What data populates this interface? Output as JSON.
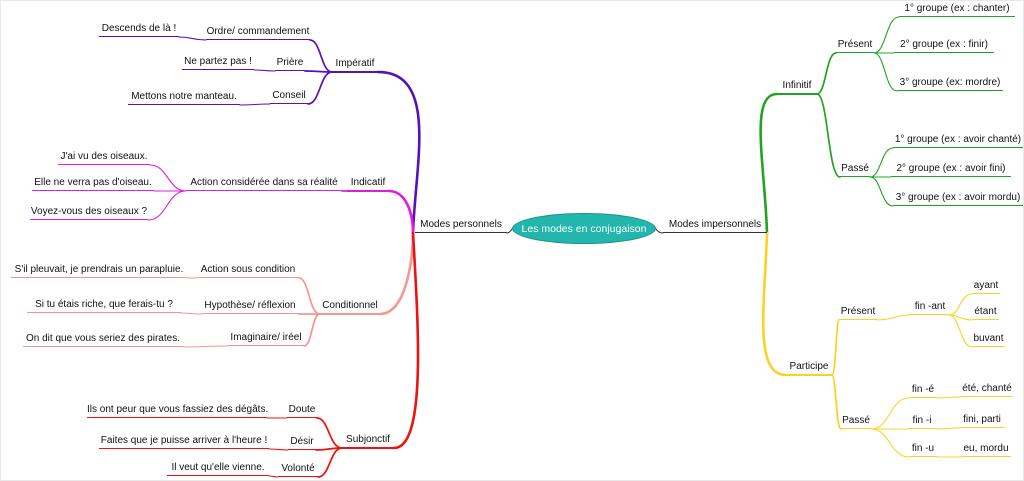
{
  "center": {
    "label": "Les modes en conjugaison"
  },
  "left_root": {
    "label": "Modes personnels"
  },
  "right_root": {
    "label": "Modes impersonnels"
  },
  "imperatif": {
    "label": "Impératif",
    "children": [
      {
        "label": "Ordre/ commandement",
        "quote": "Descends de là !"
      },
      {
        "label": "Prière",
        "quote": "Ne partez pas !"
      },
      {
        "label": "Conseil",
        "quote": "Mettons notre manteau."
      }
    ]
  },
  "indicatif": {
    "label": "Indicatif",
    "child": {
      "label": "Action considérée dans sa réalité"
    },
    "quotes": [
      "J'ai vu des oiseaux.",
      "Elle ne verra pas d'oiseau.",
      "Voyez-vous des oiseaux ?"
    ]
  },
  "conditionnel": {
    "label": "Conditionnel",
    "children": [
      {
        "label": "Action sous condition",
        "quote": "S'il pleuvait, je prendrais un parapluie."
      },
      {
        "label": "Hypothèse/ réflexion",
        "quote": "Si tu étais riche, que ferais-tu ?"
      },
      {
        "label": "Imaginaire/ iréel",
        "quote": "On dit que vous seriez des pirates."
      }
    ]
  },
  "subjonctif": {
    "label": "Subjonctif",
    "children": [
      {
        "label": "Doute",
        "quote": "Ils ont peur que vous fassiez des dégâts."
      },
      {
        "label": "Désir",
        "quote": "Faites que je puisse arriver à l'heure !"
      },
      {
        "label": "Volonté",
        "quote": "Il veut qu'elle vienne."
      }
    ]
  },
  "infinitif": {
    "label": "Infinitif",
    "present": {
      "label": "Présent",
      "groups": [
        "1° groupe (ex : chanter)",
        "2° groupe (ex : finir)",
        "3° groupe (ex: mordre)"
      ]
    },
    "passe": {
      "label": "Passé",
      "groups": [
        "1° groupe (ex : avoir chanté)",
        "2° groupe (ex : avoir fini)",
        "3° groupe (ex : avoir mordu)"
      ]
    }
  },
  "participe": {
    "label": "Participe",
    "present": {
      "label": "Présent",
      "ending": {
        "label": "fin -ant",
        "examples": [
          "ayant",
          "étant",
          "buvant"
        ]
      }
    },
    "passe": {
      "label": "Passé",
      "endings": [
        {
          "label": "fin -é",
          "example": "été, chanté"
        },
        {
          "label": "fin -i",
          "example": "fini, parti"
        },
        {
          "label": "fin -u",
          "example": "eu, mordu"
        }
      ]
    }
  },
  "colors": {
    "imperatif": "#5412b8",
    "indicatif": "#e01ce0",
    "conditionnel": "#f4988f",
    "subjonctif": "#ee1111",
    "infinitif": "#21a421",
    "participe": "#ffd024",
    "center_fill": "#23b6ad",
    "center_text": "#ffffff"
  }
}
